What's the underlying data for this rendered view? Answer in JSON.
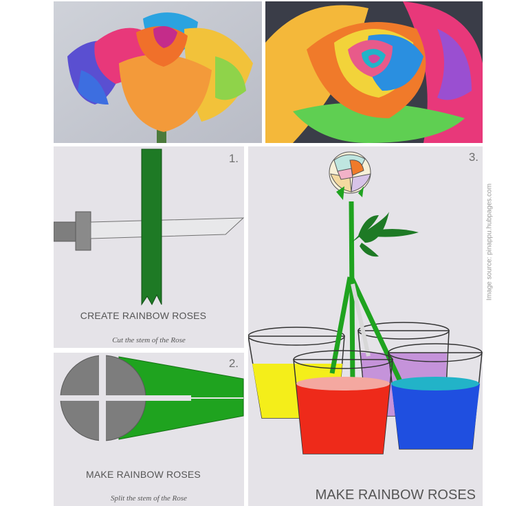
{
  "photos": [
    {
      "name": "rainbow-rose-photo-side"
    },
    {
      "name": "rainbow-rose-photo-closeup"
    }
  ],
  "steps": [
    {
      "number": "1.",
      "title": "CREATE RAINBOW ROSES",
      "subtitle": "Cut the stem of the Rose"
    },
    {
      "number": "2.",
      "title": "MAKE RAINBOW ROSES",
      "subtitle": "Split the stem of the Rose"
    },
    {
      "number": "3.",
      "title": "MAKE RAINBOW ROSES"
    }
  ],
  "credit": "Image source: pinappu.hubpages.com",
  "colors": {
    "stem_green": "#1e7a25",
    "bright_green": "#1fa31f",
    "water_yellow": "#f4ee1a",
    "water_purple": "#c18ad8",
    "water_red": "#ee2a1a",
    "water_blue": "#1f4fe0",
    "knife_gray": "#8a8a8a",
    "panel_bg": "#e5e3e8"
  }
}
